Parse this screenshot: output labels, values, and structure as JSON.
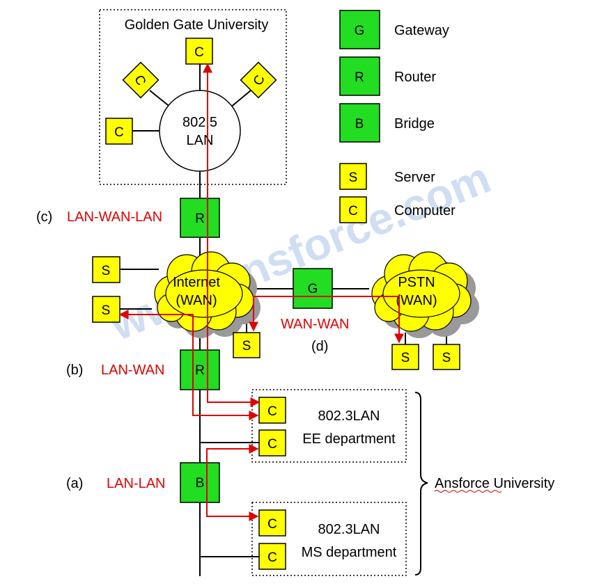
{
  "title": "Golden Gate University",
  "watermark": "www.ansforce.com",
  "lan_ring": {
    "line1": "802.5",
    "line2": "LAN"
  },
  "legend": [
    {
      "symbol": "G",
      "label": "Gateway",
      "kind": "green"
    },
    {
      "symbol": "R",
      "label": "Router",
      "kind": "green"
    },
    {
      "symbol": "B",
      "label": "Bridge",
      "kind": "green"
    },
    {
      "symbol": "S",
      "label": "Server",
      "kind": "yellow"
    },
    {
      "symbol": "C",
      "label": "Computer",
      "kind": "yellow"
    }
  ],
  "symbols": {
    "computer": "C",
    "server": "S",
    "router": "R",
    "gateway": "G",
    "bridge": "B"
  },
  "clouds": {
    "internet": {
      "line1": "Internet",
      "line2": "(WAN)"
    },
    "pstn": {
      "line1": "PSTN",
      "line2": "(WAN)"
    }
  },
  "connections": [
    {
      "tag": "(c)",
      "label": "LAN-WAN-LAN"
    },
    {
      "tag": "(b)",
      "label": "LAN-WAN"
    },
    {
      "tag": "(a)",
      "label": "LAN-LAN"
    },
    {
      "tag": "(d)",
      "label": "WAN-WAN"
    }
  ],
  "lans": {
    "ee": {
      "line1": "802.3LAN",
      "line2": "EE department"
    },
    "ms": {
      "line1": "802.3LAN",
      "line2": "MS department"
    }
  },
  "brace_label": "Ansforce University",
  "colors": {
    "device_green": "#22dd22",
    "device_yellow": "#ffff00",
    "path_red": "#e00000",
    "cloud_shadow": "#999999"
  }
}
